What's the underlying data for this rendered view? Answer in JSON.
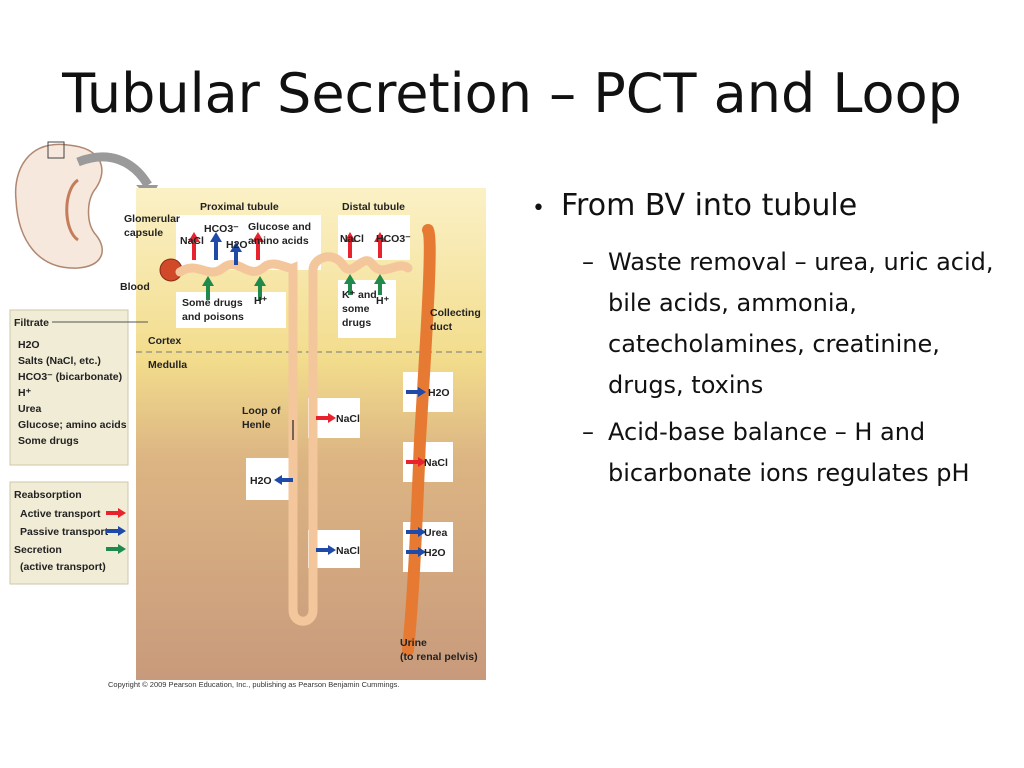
{
  "slide": {
    "title": "Tubular Secretion – PCT and Loop",
    "bullets": [
      {
        "text": "From BV into tubule",
        "sub": [
          "Waste removal – urea, uric acid, bile acids, ammonia, catecholamines, creatinine, drugs, toxins",
          "Acid-base balance – H and bicarbonate ions regulates pH"
        ]
      }
    ]
  },
  "figure": {
    "labels": {
      "glomerular": [
        "Glomerular",
        "capsule"
      ],
      "proximal": "Proximal tubule",
      "distal": "Distal tubule",
      "blood": "Blood",
      "nacl": "NaCl",
      "hco3": "HCO3⁻",
      "h2o": "H2O",
      "glucose": [
        "Glucose and",
        "amino acids"
      ],
      "drugs": [
        "Some drugs",
        "and poisons"
      ],
      "hplus": "H⁺",
      "kdrugs": [
        "K⁺ and",
        "some",
        "drugs"
      ],
      "collecting": [
        "Collecting",
        "duct"
      ],
      "cortex": "Cortex",
      "medulla": "Medulla",
      "loop": [
        "Loop of",
        "Henle"
      ],
      "urea": "Urea",
      "urine": [
        "Urine",
        "(to renal pelvis)"
      ],
      "copyright": "Copyright © 2009 Pearson Education, Inc., publishing as Pearson Benjamin Cummings."
    },
    "filtrate": {
      "heading": "Filtrate",
      "items": [
        "H2O",
        "Salts (NaCl, etc.)",
        "HCO3⁻ (bicarbonate)",
        "H⁺",
        "Urea",
        "Glucose; amino acids",
        "Some drugs"
      ]
    },
    "legend": {
      "heading": "Reabsorption",
      "items": [
        "Active transport",
        "Passive transport",
        "Secretion",
        "(active transport)"
      ]
    },
    "colors": {
      "active": "#e8232e",
      "passive": "#1f4aa8",
      "secretion": "#1f8a4c",
      "tubule": "#f3c79b",
      "duct": "#e67a32"
    }
  }
}
